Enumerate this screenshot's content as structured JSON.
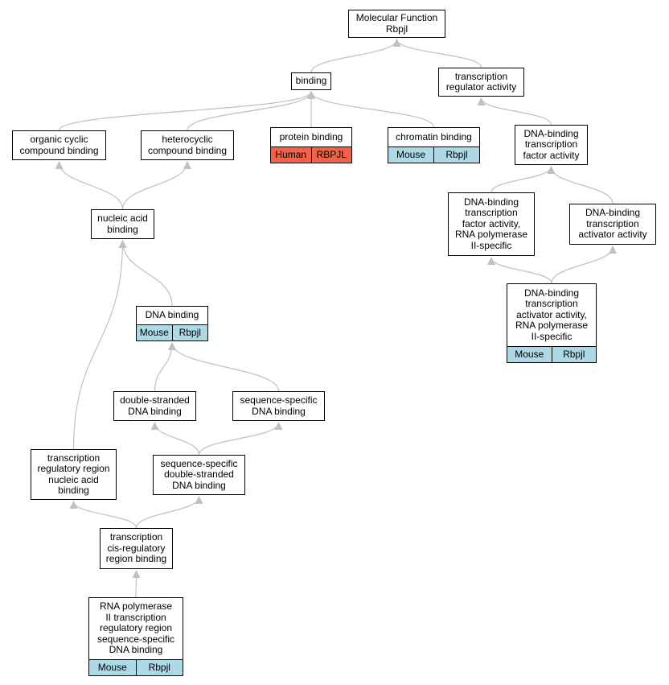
{
  "colors": {
    "edge": "#c0c0c0",
    "mouse": "#add8e6",
    "human": "#f26248"
  },
  "nodes": [
    {
      "id": "mf",
      "label": "Molecular Function\nRbpjl"
    },
    {
      "id": "binding",
      "label": "binding"
    },
    {
      "id": "tra",
      "label": "transcription\nregulator activity"
    },
    {
      "id": "occb",
      "label": "organic cyclic\ncompound binding"
    },
    {
      "id": "hccb",
      "label": "heterocyclic\ncompound binding"
    },
    {
      "id": "pb",
      "label": "protein binding",
      "species": {
        "name": "Human",
        "gene": "RBPJL",
        "color": "human"
      }
    },
    {
      "id": "cb",
      "label": "chromatin binding",
      "species": {
        "name": "Mouse",
        "gene": "Rbpjl",
        "color": "mouse"
      }
    },
    {
      "id": "dbtfa",
      "label": "DNA-binding\ntranscription\nfactor activity"
    },
    {
      "id": "nab",
      "label": "nucleic acid\nbinding"
    },
    {
      "id": "dbtfa2",
      "label": "DNA-binding\ntranscription\nfactor activity,\nRNA polymerase\nII-specific"
    },
    {
      "id": "dbtaa",
      "label": "DNA-binding\ntranscription\nactivator activity"
    },
    {
      "id": "dbtaa2",
      "label": "DNA-binding\ntranscription\nactivator activity,\nRNA polymerase\nII-specific",
      "species": {
        "name": "Mouse",
        "gene": "Rbpjl",
        "color": "mouse"
      }
    },
    {
      "id": "dnab",
      "label": "DNA binding",
      "species": {
        "name": "Mouse",
        "gene": "Rbpjl",
        "color": "mouse"
      }
    },
    {
      "id": "dsdb",
      "label": "double-stranded\nDNA binding"
    },
    {
      "id": "ssdb",
      "label": "sequence-specific\nDNA binding"
    },
    {
      "id": "trrnab",
      "label": "transcription\nregulatory region\nnucleic acid\nbinding"
    },
    {
      "id": "ssdsdb",
      "label": "sequence-specific\ndouble-stranded\nDNA binding"
    },
    {
      "id": "tcrrb",
      "label": "transcription\ncis-regulatory\nregion binding"
    },
    {
      "id": "rnap",
      "label": "RNA polymerase\nII transcription\nregulatory region\nsequence-specific\nDNA binding",
      "species": {
        "name": "Mouse",
        "gene": "Rbpjl",
        "color": "mouse"
      }
    }
  ],
  "edges": [
    [
      "binding",
      "mf"
    ],
    [
      "tra",
      "mf"
    ],
    [
      "occb",
      "binding"
    ],
    [
      "hccb",
      "binding"
    ],
    [
      "pb",
      "binding"
    ],
    [
      "cb",
      "binding"
    ],
    [
      "dbtfa",
      "tra"
    ],
    [
      "nab",
      "occb"
    ],
    [
      "nab",
      "hccb"
    ],
    [
      "dbtfa2",
      "dbtfa"
    ],
    [
      "dbtaa",
      "dbtfa"
    ],
    [
      "dbtaa2",
      "dbtfa2"
    ],
    [
      "dbtaa2",
      "dbtaa"
    ],
    [
      "dnab",
      "nab"
    ],
    [
      "trrnab",
      "nab"
    ],
    [
      "dsdb",
      "dnab"
    ],
    [
      "ssdb",
      "dnab"
    ],
    [
      "ssdsdb",
      "dsdb"
    ],
    [
      "ssdsdb",
      "ssdb"
    ],
    [
      "tcrrb",
      "trrnab"
    ],
    [
      "tcrrb",
      "ssdsdb"
    ],
    [
      "rnap",
      "tcrrb"
    ]
  ]
}
